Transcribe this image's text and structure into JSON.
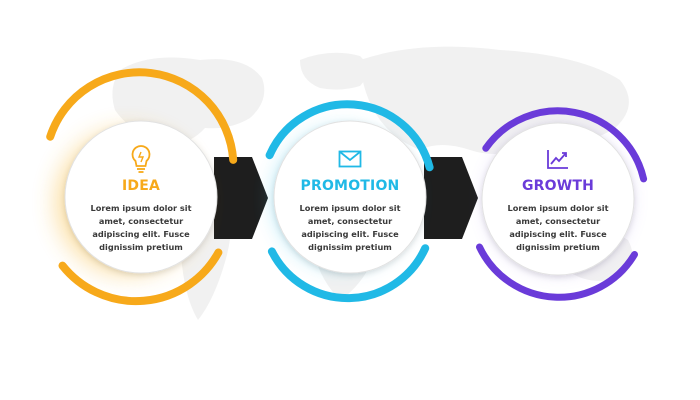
{
  "steps": [
    {
      "title": "IDEA",
      "icon": "lightbulb-icon",
      "color": "#f7a91a",
      "lines": [
        "Lorem ipsum dolor sit",
        "amet, consectetur",
        "adipiscing elit. Fusce",
        "dignissim pretium"
      ]
    },
    {
      "title": "PROMOTION",
      "icon": "envelope-icon",
      "color": "#20b9e6",
      "lines": [
        "Lorem ipsum dolor sit",
        "amet, consectetur",
        "adipiscing elit. Fusce",
        "dignissim pretium"
      ]
    },
    {
      "title": "GROWTH",
      "icon": "growth-chart-icon",
      "color": "#6a3bd9",
      "lines": [
        "Lorem ipsum dolor sit",
        "amet, consectetur",
        "adipiscing elit. Fusce",
        "dignissim pretium"
      ]
    }
  ],
  "colors": {
    "arrow": "#1e1e1e",
    "map": "#f1f1f1",
    "circle_fill": "#ffffff",
    "circle_stroke": "#e2e2e2"
  }
}
